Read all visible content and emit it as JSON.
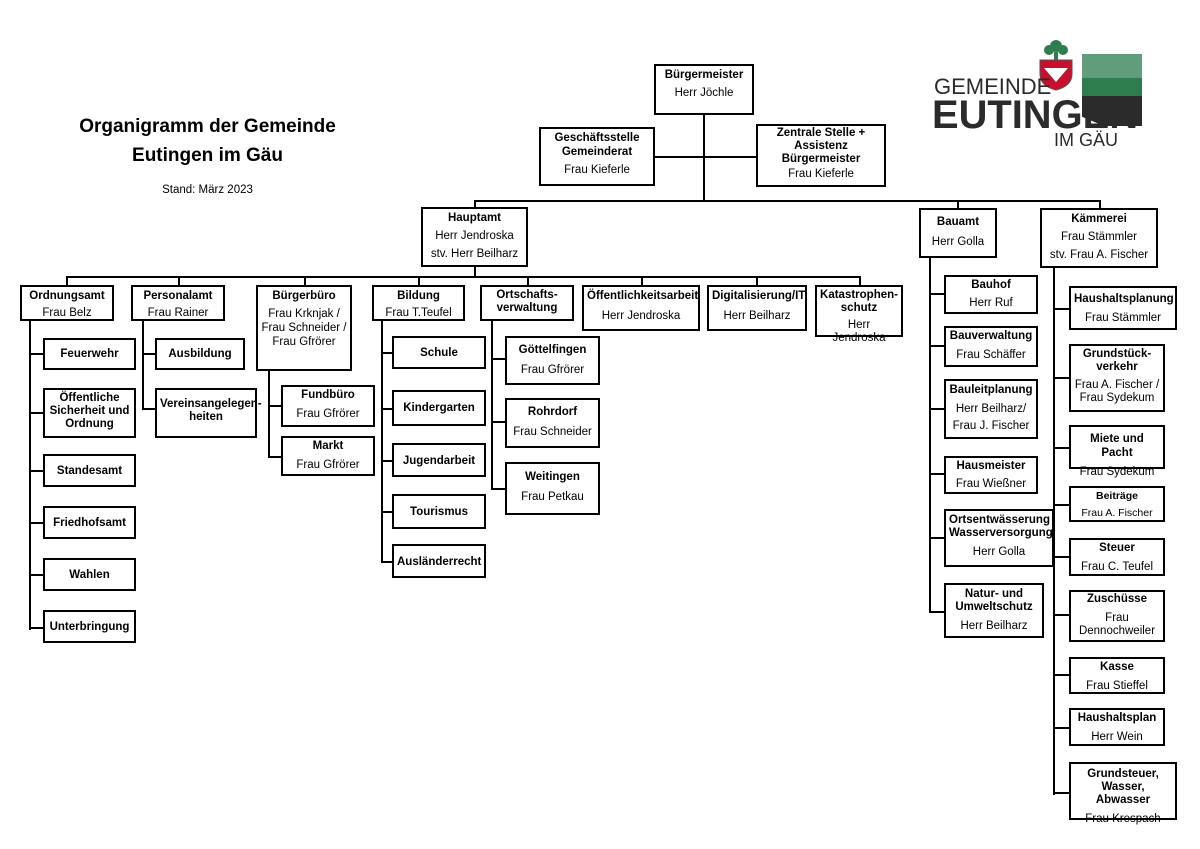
{
  "header": {
    "title_line1": "Organigramm der Gemeinde",
    "title_line2": "Eutingen im Gäu",
    "stand": "Stand: März 2023"
  },
  "logo": {
    "line1": "GEMEINDE",
    "line2": "EUTINGEN",
    "line3": "IM GÄU",
    "colors": {
      "dark": "#2b2b2b",
      "green": "#2e7d4f",
      "red": "#c8102e"
    }
  },
  "nodes": {
    "buergermeister": {
      "title": "Bürgermeister",
      "person": "Herr Jöchle"
    },
    "geschaeftsstelle": {
      "title": "Geschäftsstelle Gemeinderat",
      "person": "Frau Kieferle"
    },
    "zentrale": {
      "title": "Zentrale Stelle + Assistenz Bürgermeister",
      "person": "Frau Kieferle"
    },
    "hauptamt": {
      "title": "Hauptamt",
      "person": "Herr Jendroska",
      "deputy": "stv. Herr Beilharz"
    },
    "bauamt": {
      "title": "Bauamt",
      "person": "Herr Golla"
    },
    "kaemmerei": {
      "title": "Kämmerei",
      "person": "Frau Stämmler",
      "deputy": "stv. Frau A. Fischer"
    },
    "ordnungsamt": {
      "title": "Ordnungsamt",
      "person": "Frau Belz"
    },
    "personalamt": {
      "title": "Personalamt",
      "person": "Frau Rainer"
    },
    "buergerbuero": {
      "title": "Bürgerbüro",
      "person": "Frau Krknjak / Frau Schneider / Frau Gfrörer"
    },
    "bildung": {
      "title": "Bildung",
      "person": "Frau T.Teufel"
    },
    "ortschaft": {
      "title": "Ortschafts-verwaltung"
    },
    "oeffentlichkeit": {
      "title": "Öffentlichkeitsarbeit",
      "person": "Herr Jendroska"
    },
    "digital": {
      "title": "Digitalisierung/IT",
      "person": "Herr Beilharz"
    },
    "katastrophe": {
      "title": "Katastrophen-schutz",
      "person": "Herr Jendroska"
    },
    "feuerwehr": {
      "title": "Feuerwehr"
    },
    "sicherheit": {
      "title": "Öffentliche Sicherheit und Ordnung"
    },
    "standesamt": {
      "title": "Standesamt"
    },
    "friedhof": {
      "title": "Friedhofsamt"
    },
    "wahlen": {
      "title": "Wahlen"
    },
    "unterbringung": {
      "title": "Unterbringung"
    },
    "ausbildung": {
      "title": "Ausbildung"
    },
    "verein": {
      "title": "Vereinsangelegen-heiten"
    },
    "fundbuero": {
      "title": "Fundbüro",
      "person": "Frau Gfrörer"
    },
    "markt": {
      "title": "Markt",
      "person": "Frau Gfrörer"
    },
    "schule": {
      "title": "Schule"
    },
    "kindergarten": {
      "title": "Kindergarten"
    },
    "jugend": {
      "title": "Jugendarbeit"
    },
    "tourismus": {
      "title": "Tourismus"
    },
    "auslaender": {
      "title": "Ausländerrecht"
    },
    "goettelfingen": {
      "title": "Göttelfingen",
      "person": "Frau Gfrörer"
    },
    "rohrdorf": {
      "title": "Rohrdorf",
      "person": "Frau Schneider"
    },
    "weitingen": {
      "title": "Weitingen",
      "person": "Frau Petkau"
    },
    "bauhof": {
      "title": "Bauhof",
      "person": "Herr Ruf"
    },
    "bauverwaltung": {
      "title": "Bauverwaltung",
      "person": "Frau Schäffer"
    },
    "bauleitplanung": {
      "title": "Bauleitplanung",
      "person": "Herr Beilharz/ Frau J. Fischer"
    },
    "hausmeister": {
      "title": "Hausmeister",
      "person": "Frau Wießner"
    },
    "ortsentwaesserung": {
      "title": "Ortsentwässerung Wasserversorgung",
      "person": "Herr Golla"
    },
    "naturschutz": {
      "title": "Natur- und Umweltschutz",
      "person": "Herr Beilharz"
    },
    "haushaltsplanung": {
      "title": "Haushaltsplanung",
      "person": "Frau Stämmler"
    },
    "grundstueck": {
      "title": "Grundstück-verkehr",
      "person": "Frau A. Fischer / Frau Sydekum"
    },
    "miete": {
      "title": "Miete und Pacht",
      "person": "Frau Sydekum"
    },
    "beitraege": {
      "title": "Beiträge",
      "person": "Frau A. Fischer"
    },
    "steuer": {
      "title": "Steuer",
      "person": "Frau C. Teufel"
    },
    "zuschuesse": {
      "title": "Zuschüsse",
      "person": "Frau Dennochweiler"
    },
    "kasse": {
      "title": "Kasse",
      "person": "Frau Stieffel"
    },
    "haushaltsplan": {
      "title": "Haushaltsplan",
      "person": "Herr Wein"
    },
    "grundsteuer": {
      "title": "Grundsteuer, Wasser, Abwasser",
      "person": "Frau Krespach"
    }
  }
}
